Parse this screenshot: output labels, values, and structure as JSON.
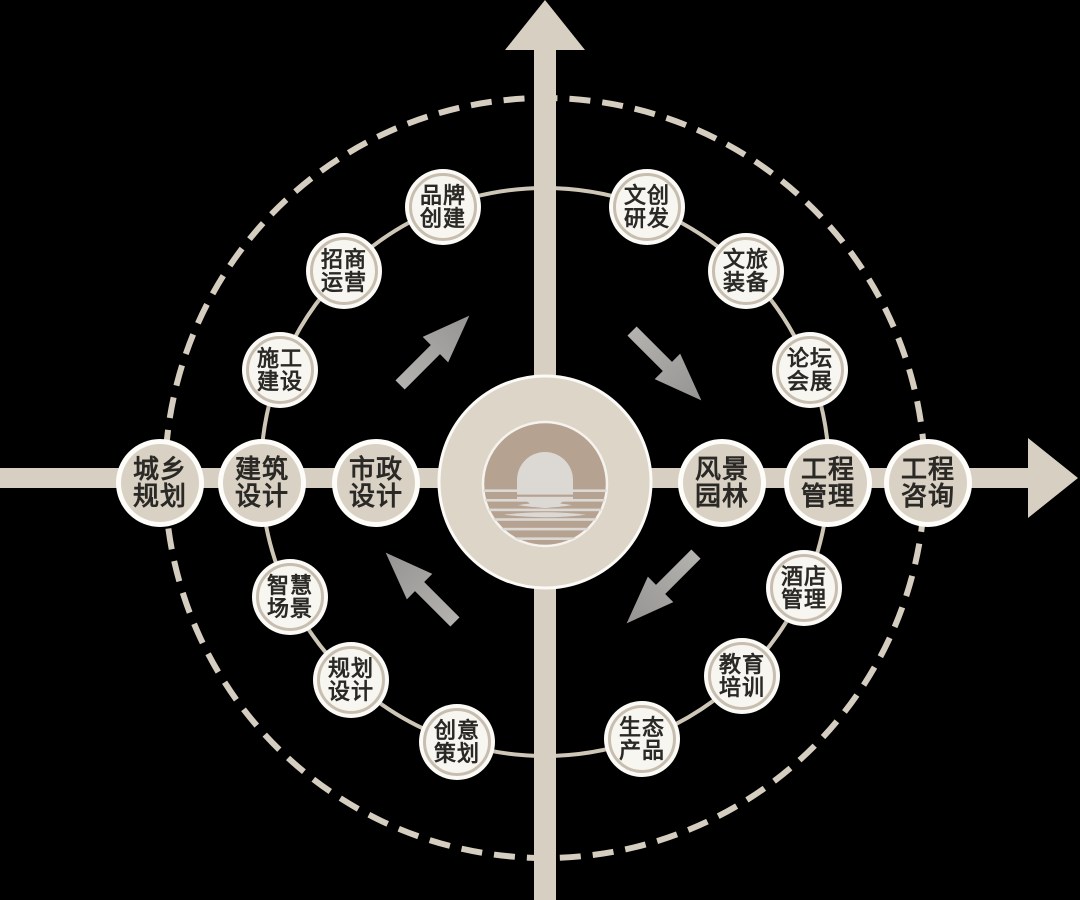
{
  "diagram_title": "",
  "colors": {
    "background": "#000000",
    "axis_beige": "#d7d0c2",
    "axis_node_fill": "#d9d2c4",
    "node_white_border": "#fdfcf9",
    "ring_node_fill": "#f8f6f1",
    "ring_node_border": "#c7beb0",
    "solid_circle": "#cec6b7",
    "dashed_circle": "#d5cec0",
    "label_text": "#2b2926",
    "rotation_arrow_gray": "#a5a3a0",
    "logo_ring_beige": "#ddd6c8",
    "logo_tan": "#b6a291",
    "logo_light": "#dcd9d5"
  },
  "center_logo": {
    "icon": "sunrise-over-water-icon"
  },
  "axes": {
    "vertical_arrow_icon": "up-arrow-icon",
    "horizontal_arrow_icon": "right-arrow-icon"
  },
  "rotation": {
    "direction_icons": [
      "arrow-ne-icon",
      "arrow-se-icon",
      "arrow-sw-icon",
      "arrow-nw-icon"
    ]
  },
  "axis_nodes": [
    {
      "id": "urban-rural-planning",
      "label": "城乡规划",
      "lines": [
        "城乡",
        "规划"
      ]
    },
    {
      "id": "architectural-design",
      "label": "建筑设计",
      "lines": [
        "建筑",
        "设计"
      ]
    },
    {
      "id": "municipal-design",
      "label": "市政设计",
      "lines": [
        "市政",
        "设计"
      ]
    },
    {
      "id": "landscape-architecture",
      "label": "风景园林",
      "lines": [
        "风景",
        "园林"
      ]
    },
    {
      "id": "engineering-management",
      "label": "工程管理",
      "lines": [
        "工程",
        "管理"
      ]
    },
    {
      "id": "engineering-consulting",
      "label": "工程咨询",
      "lines": [
        "工程",
        "咨询"
      ]
    }
  ],
  "ring_nodes": [
    {
      "id": "brand-creation",
      "label": "品牌创建",
      "lines": [
        "品牌",
        "创建"
      ]
    },
    {
      "id": "investment-operation",
      "label": "招商运营",
      "lines": [
        "招商",
        "运营"
      ]
    },
    {
      "id": "construction-building",
      "label": "施工建设",
      "lines": [
        "施工",
        "建设"
      ]
    },
    {
      "id": "smart-scenes",
      "label": "智慧场景",
      "lines": [
        "智慧",
        "场景"
      ]
    },
    {
      "id": "planning-design",
      "label": "规划设计",
      "lines": [
        "规划",
        "设计"
      ]
    },
    {
      "id": "creative-planning",
      "label": "创意策划",
      "lines": [
        "创意",
        "策划"
      ]
    },
    {
      "id": "cultural-creative-rd",
      "label": "文创研发",
      "lines": [
        "文创",
        "研发"
      ]
    },
    {
      "id": "cultural-tourism-equipment",
      "label": "文旅装备",
      "lines": [
        "文旅",
        "装备"
      ]
    },
    {
      "id": "forum-exhibition",
      "label": "论坛会展",
      "lines": [
        "论坛",
        "会展"
      ]
    },
    {
      "id": "hotel-management",
      "label": "酒店管理",
      "lines": [
        "酒店",
        "管理"
      ]
    },
    {
      "id": "education-training",
      "label": "教育培训",
      "lines": [
        "教育",
        "培训"
      ]
    },
    {
      "id": "eco-products",
      "label": "生态产品",
      "lines": [
        "生态",
        "产品"
      ]
    }
  ]
}
